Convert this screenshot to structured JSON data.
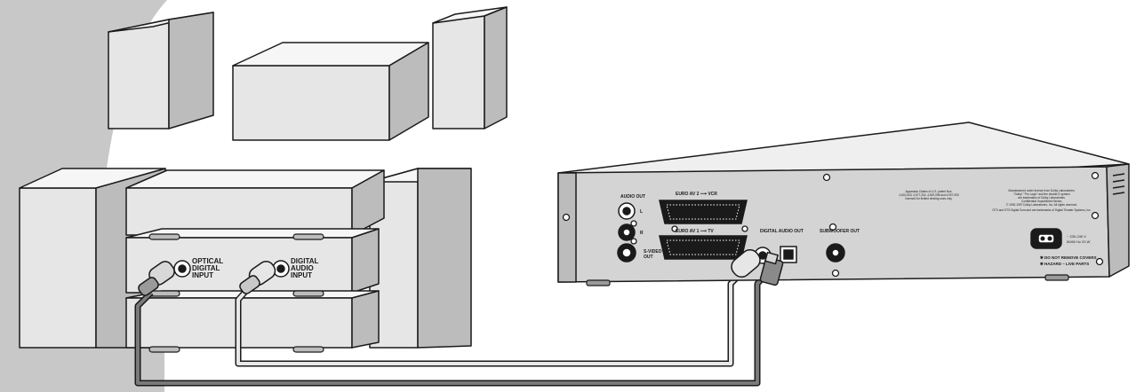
{
  "colors": {
    "margin_band": "#c8c8c8",
    "box_front": "#e6e6e6",
    "box_side": "#bcbcbc",
    "box_top": "#f6f6f6",
    "stroke": "#1a1a1a",
    "cable_coax": "#d8d8d8",
    "cable_optical": "#7a7a7a",
    "panel": "#d4d4d4"
  },
  "icons": [
    "coax-jack-icon",
    "optical-jack-icon",
    "scart-connector-icon",
    "screw-icon",
    "power-socket-icon"
  ],
  "receiver": {
    "optical_input_label": [
      "OPTICAL",
      "DIGITAL",
      "INPUT"
    ],
    "digital_audio_input_label": [
      "DIGITAL",
      "AUDIO",
      "INPUT"
    ]
  },
  "player": {
    "audio_out": "AUDIO OUT",
    "audio_l": "L",
    "audio_r": "R",
    "s_video_out": [
      "S-VIDEO",
      "OUT"
    ],
    "euro_av2": "EURO AV 2 ⟶ VCR",
    "euro_av1": "EURO AV 1 ⟶ TV",
    "digital_audio_out": "DIGITAL AUDIO OUT",
    "subwoofer_out": "SUBWOOFER OUT",
    "patent_text": [
      "Apparatus Claims of U.S. patent Nos.",
      "4,631,603, 4,577,216, 4,819,098 and 4,907,093",
      "licensed for limited viewing uses only."
    ],
    "license_text": [
      "Manufactured under license from Dolby Laboratories.",
      "\"Dolby\" \"Pro Logic\" and the double-D symbol",
      "are trademarks of Dolby Laboratories.",
      "Confidential Unpublished Works.",
      "© 1992-1997 Dolby Laboratories, Inc. All rights reserved.",
      "DTS and DTS Digital Surround are trademarks of Digital Theater Systems, Inc."
    ],
    "power_label": [
      "~ 230-240 V",
      "50/60 Hz 20 W"
    ],
    "warning": [
      "✱ DO NOT REMOVE COVERS",
      "✱ HAZARD – LIVE PARTS"
    ]
  }
}
